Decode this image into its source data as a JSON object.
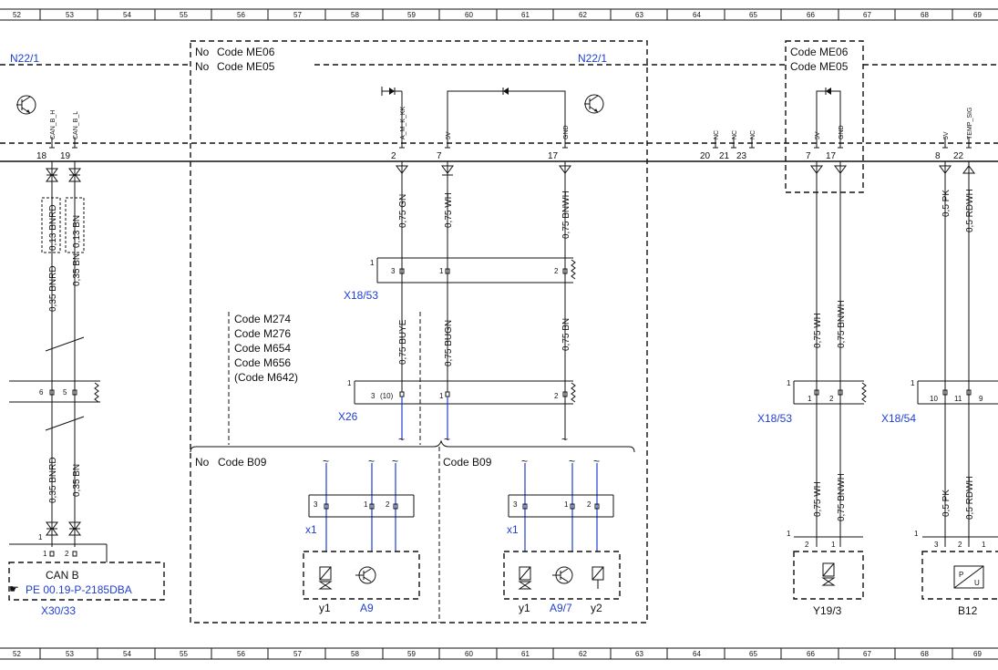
{
  "ruler": [
    "52",
    "53",
    "54",
    "55",
    "56",
    "57",
    "58",
    "59",
    "60",
    "61",
    "62",
    "63",
    "64",
    "65",
    "66",
    "67",
    "68",
    "69"
  ],
  "ecu": {
    "left_label": "N22/1",
    "right_label": "N22/1",
    "pins_left": [
      {
        "num": "18",
        "name": "CAN_B_H"
      },
      {
        "num": "19",
        "name": "CAN_B_L"
      }
    ],
    "pins_mid": [
      {
        "num": "2",
        "name": "A_M_K_KK"
      },
      {
        "num": "7",
        "name": "5V"
      },
      {
        "num": "17",
        "name": "GND"
      }
    ],
    "pins_nc": [
      {
        "num": "20",
        "name": "NC"
      },
      {
        "num": "21",
        "name": "NC"
      },
      {
        "num": "23",
        "name": "NC"
      }
    ],
    "pins_r1": [
      {
        "num": "7",
        "name": "5V"
      },
      {
        "num": "17",
        "name": "GND"
      }
    ],
    "pins_r2": [
      {
        "num": "8",
        "name": "5V"
      },
      {
        "num": "22",
        "name": "TEMP_SIG"
      }
    ]
  },
  "code_box_main": {
    "line1_prefix": "No",
    "line1": "Code ME06",
    "line2_prefix": "No",
    "line2": "Code ME05"
  },
  "code_box_right": {
    "line1": "Code ME06",
    "line2": "Code ME05"
  },
  "code_list": [
    "Code M274",
    "Code M276",
    "Code M654",
    "Code M656",
    "(Code M642)"
  ],
  "code_b09_no": {
    "prefix": "No",
    "label": "Code B09"
  },
  "code_b09": {
    "label": "Code B09"
  },
  "wires": {
    "can_upper": [
      "0,13 BNRD",
      "0,13 BN"
    ],
    "can_mid": [
      "0,35 BNRD",
      "0,35 BN"
    ],
    "can_lower": [
      "0,35 BNRD",
      "0,35 BN"
    ],
    "main_upper": [
      "0,75 GN",
      "0,75 WH",
      "0,75 BNWH"
    ],
    "main_lower": [
      "0,75 BUYE",
      "0,75 BUGN",
      "0,75 BN"
    ],
    "y19_upper": [
      "0,75 WH",
      "0,75 BNWH"
    ],
    "y19_lower": [
      "0,75 WH",
      "0,75 BNWH"
    ],
    "b12_upper": [
      "0,5 PK",
      "0,5 RDWH"
    ],
    "b12_lower": [
      "0,5 PK",
      "0,5 RDWH"
    ]
  },
  "connectors": {
    "x18_53_main": {
      "label": "X18/53",
      "idx": "1",
      "pins": [
        "3",
        "1",
        "2"
      ]
    },
    "x26": {
      "label": "X26",
      "idx": "1",
      "pins": [
        "3",
        "(10)",
        "1",
        "2"
      ]
    },
    "x18_53_right": {
      "label": "X18/53",
      "idx": "1",
      "pins": [
        "1",
        "2"
      ]
    },
    "x18_54": {
      "label": "X18/54",
      "idx": "1",
      "pins": [
        "10",
        "11",
        "9"
      ]
    },
    "can_mid": {
      "pins": [
        "6",
        "5"
      ]
    },
    "x30_33": {
      "label": "X30/33",
      "idx": "1",
      "pins": [
        "1",
        "2"
      ]
    },
    "x1_left": {
      "label": "x1",
      "pins": [
        "3",
        "1",
        "2"
      ]
    },
    "x1_right": {
      "label": "x1",
      "pins": [
        "3",
        "1",
        "2"
      ]
    },
    "y19_pins": {
      "idx": "1",
      "pins": [
        "2",
        "1"
      ]
    },
    "b12_pins": {
      "idx": "1",
      "pins": [
        "3",
        "2",
        "1"
      ]
    }
  },
  "components": {
    "can_b": "CAN B",
    "pe_ref": "PE 00.19-P-2185DBA",
    "y1_left": "y1",
    "a9": "A9",
    "y1_right": "y1",
    "a9_7": "A9/7",
    "y2": "y2",
    "y19_3": "Y19/3",
    "b12": "B12",
    "p_label": "P",
    "u_label": "U"
  }
}
